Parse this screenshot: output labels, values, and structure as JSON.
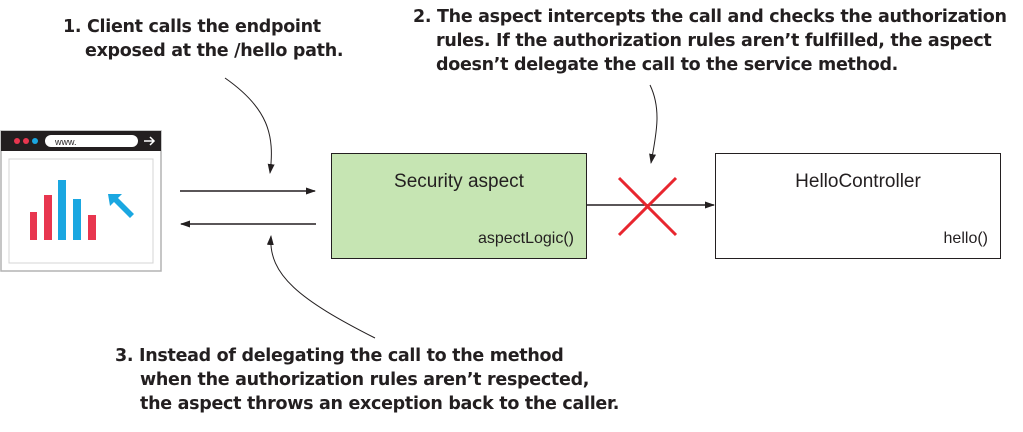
{
  "annotations": {
    "step1": {
      "lines": [
        "1. Client calls the endpoint",
        "exposed at the /hello path."
      ]
    },
    "step2": {
      "lines": [
        "2. The aspect intercepts the call and checks the authorization",
        "rules. If the authorization rules aren’t fulfilled, the aspect",
        "doesn’t delegate the call to the service method."
      ]
    },
    "step3": {
      "lines": [
        "3. Instead of delegating the call to the method",
        "when the authorization rules aren’t respected,",
        "the aspect throws an exception back to the caller."
      ]
    }
  },
  "security_aspect": {
    "title": "Security aspect",
    "method": "aspectLogic()",
    "fill": "#c6e5b3"
  },
  "hello_controller": {
    "title": "HelloController",
    "method": "hello()",
    "fill": "#ffffff"
  },
  "browser": {
    "url_text": "www.",
    "bar_colors": [
      "#e8364f",
      "#e8364f",
      "#1aa7e1",
      "#1aa7e1",
      "#e8364f"
    ],
    "arrow_color": "#1aa7e1",
    "dot_colors": [
      "#e8364f",
      "#e8364f",
      "#1aa7e1"
    ]
  },
  "colors": {
    "cross": "#e8262f",
    "ink": "#231f20"
  }
}
